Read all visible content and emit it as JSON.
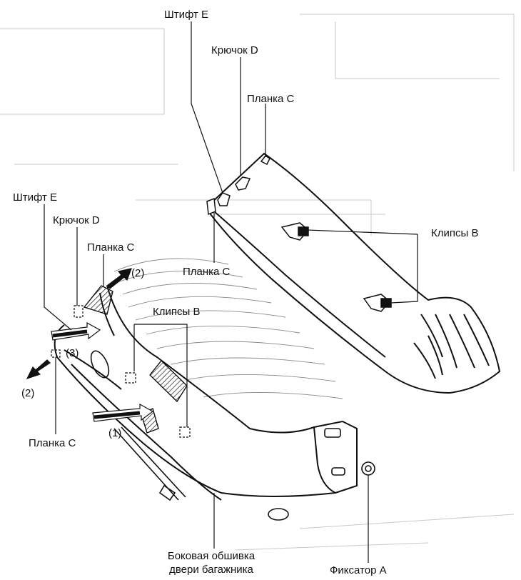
{
  "colors": {
    "ink": "#111111",
    "light_line": "#8a8a8a",
    "faint_line": "#c9c9c9",
    "hatch": "#333333",
    "background": "#ffffff"
  },
  "labels": {
    "pin_e_top": "Штифт E",
    "hook_d_top": "Крючок D",
    "strip_c_top": "Планка C",
    "clips_b_right": "Клипсы B",
    "strip_c_mid": "Планка C",
    "pin_e_left": "Штифт E",
    "hook_d_left": "Крючок D",
    "strip_c_left": "Планка C",
    "step_2_upper": "(2)",
    "clips_b_left": "Клипсы B",
    "step_3": "(3)",
    "step_2_lower": "(2)",
    "step_1": "(1)",
    "strip_c_bottom": "Планка C",
    "trim_line1": "Боковая обшивка",
    "trim_line2": "двери багажника",
    "retainer_a": "Фиксатор A"
  }
}
